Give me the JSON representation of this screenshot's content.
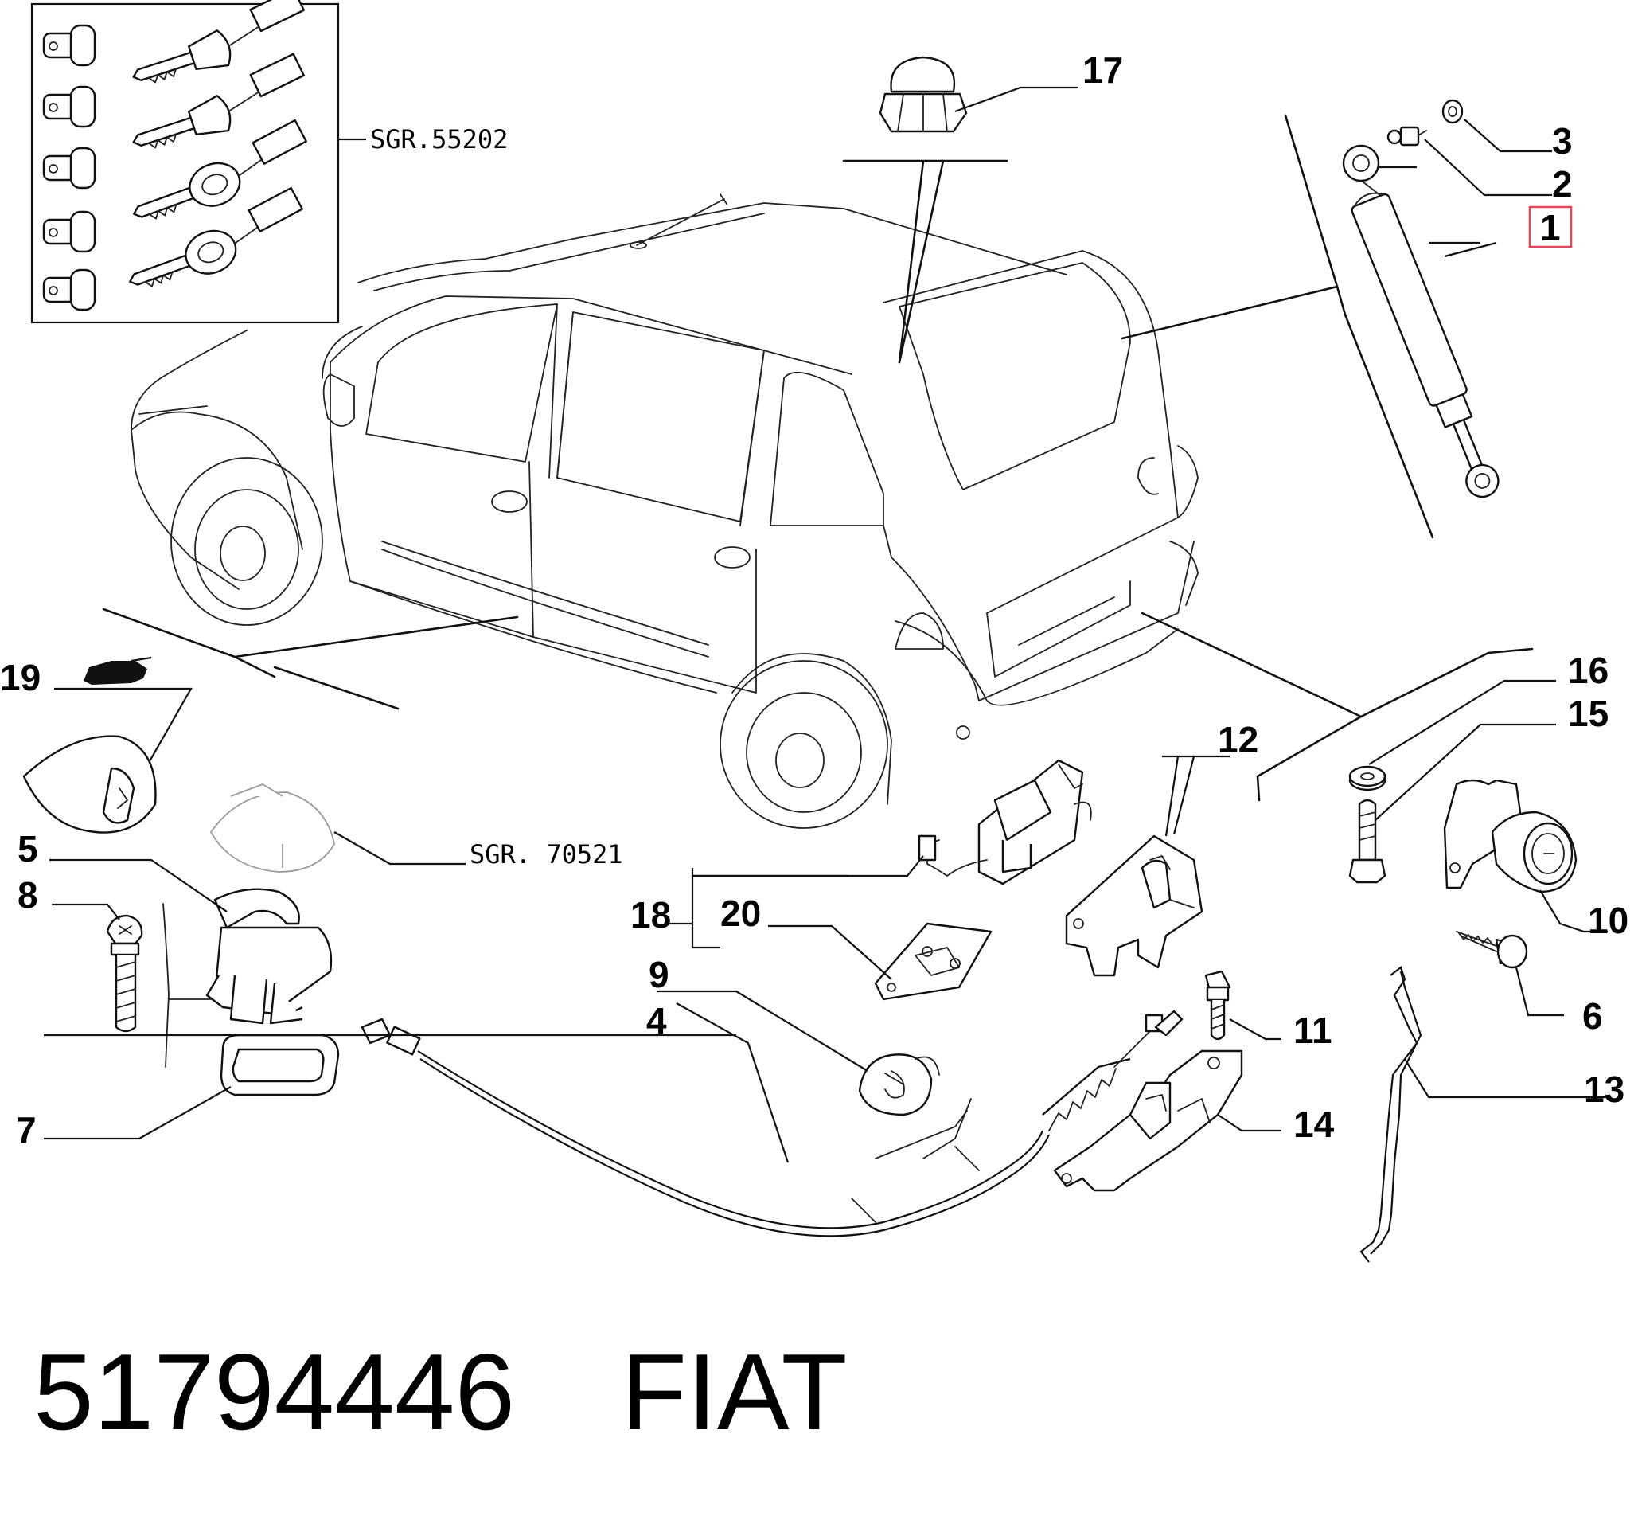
{
  "diagram": {
    "callouts": [
      "1",
      "2",
      "3",
      "4",
      "5",
      "6",
      "7",
      "8",
      "9",
      "10",
      "11",
      "12",
      "13",
      "14",
      "15",
      "16",
      "17",
      "18",
      "19",
      "20"
    ],
    "highlighted_callout": "1",
    "highlight_color": "#e0485a",
    "group_refs": {
      "keys": "SGR.55202",
      "handle": "SGR. 70521"
    }
  },
  "footer": {
    "part_number": "51794446",
    "brand": "FIAT"
  }
}
